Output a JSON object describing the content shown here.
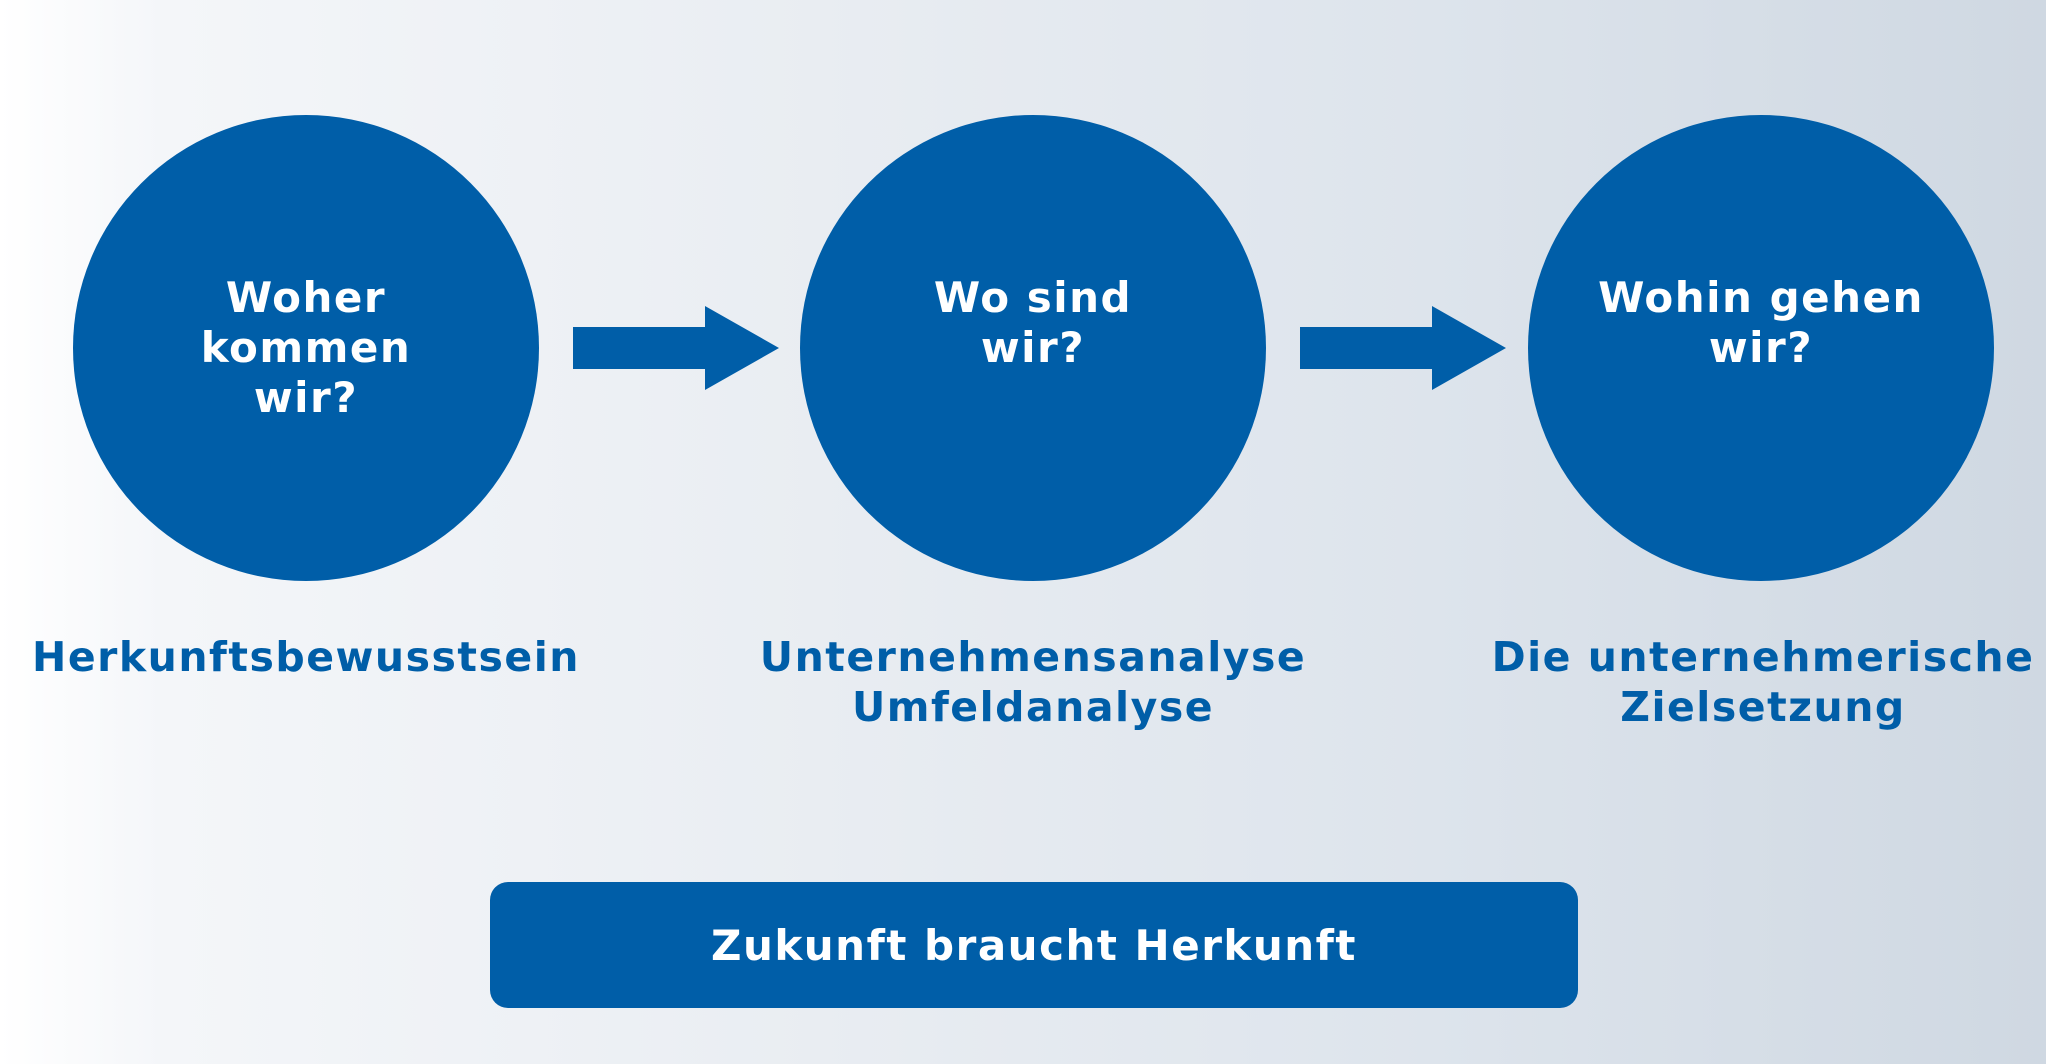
{
  "colors": {
    "primary_blue": "#005ea8",
    "circle_text": "#ffffff",
    "background_start": "#ffffff",
    "background_end": "#cfd8e2"
  },
  "steps": [
    {
      "question": "Woher\nkommen\nwir?",
      "caption": "Herkunftsbewusstsein"
    },
    {
      "question": "Wo sind\nwir?",
      "caption": "Unternehmensanalyse\nUmfeldanalyse"
    },
    {
      "question": "Wohin gehen\nwir?",
      "caption": "Die unternehmerische\nZielsetzung"
    }
  ],
  "connectors": [
    {
      "icon": "right-arrow-icon"
    },
    {
      "icon": "right-arrow-icon"
    }
  ],
  "banner": {
    "text": "Zukunft braucht Herkunft"
  }
}
